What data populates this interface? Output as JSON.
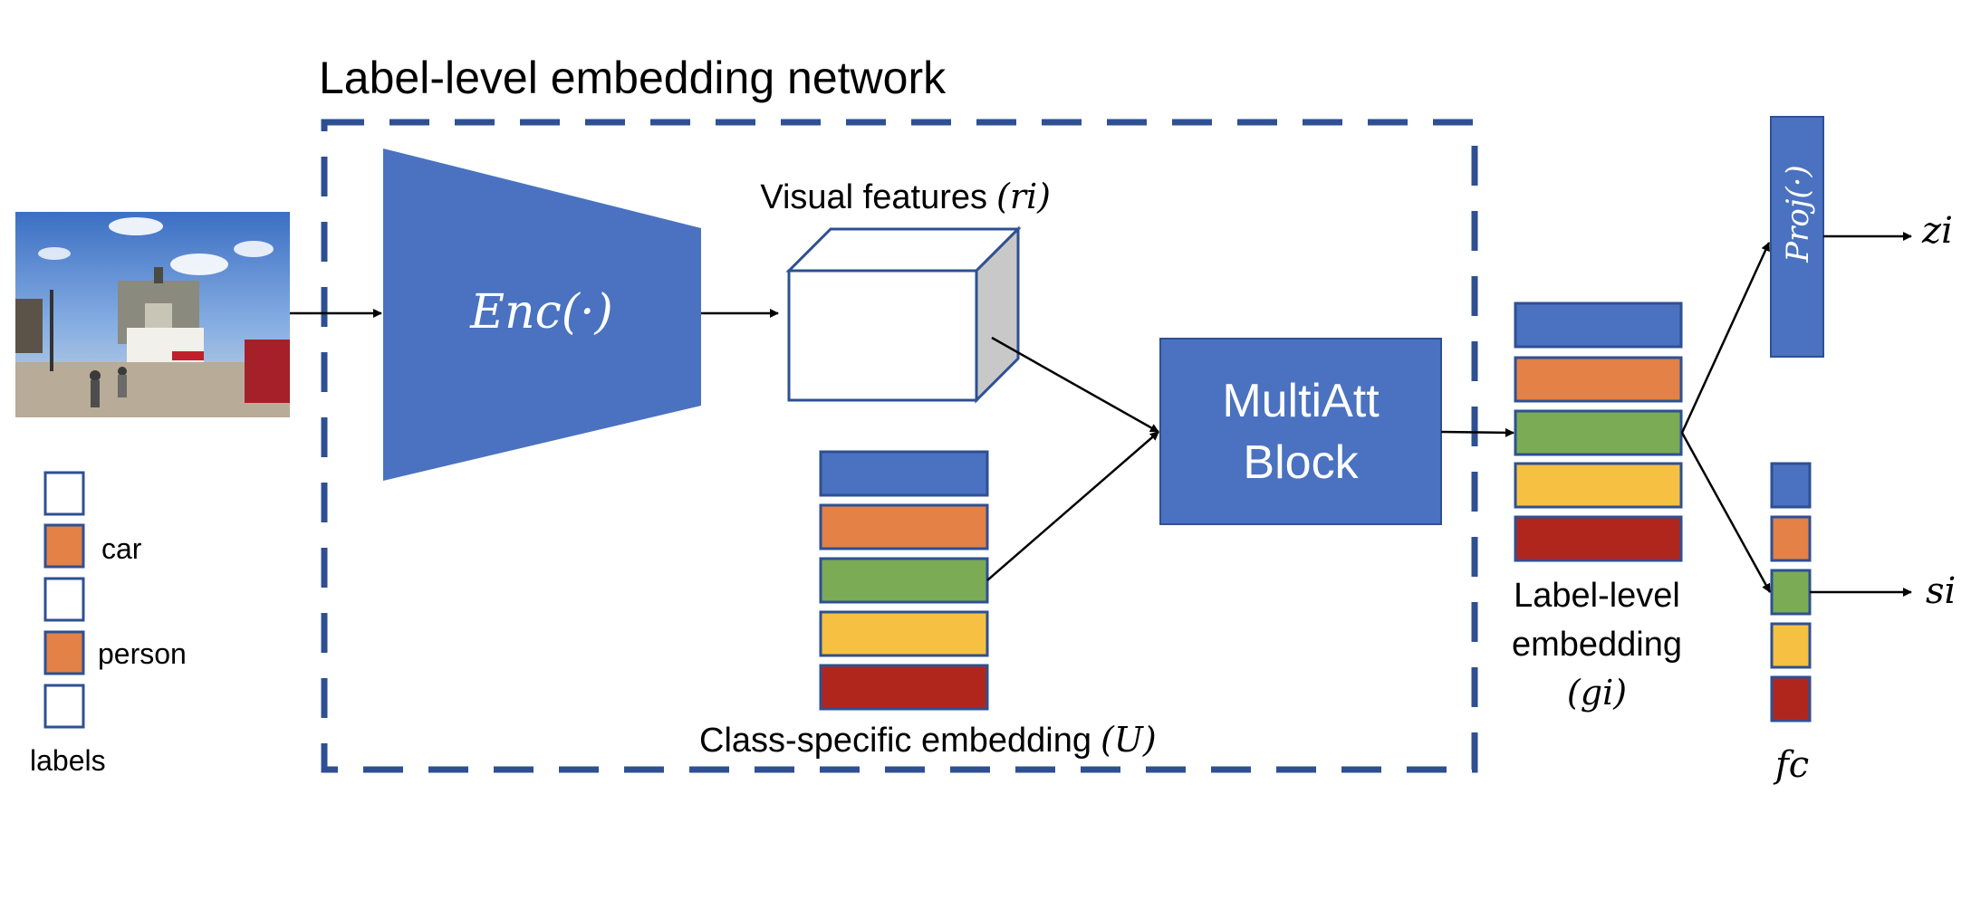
{
  "title": "Label-level embedding network",
  "encoder_label": "Enc(·)",
  "visual_features_label": "Visual features",
  "visual_features_symbol": "(ri)",
  "multiatt_line1": "MultiAtt",
  "multiatt_line2": "Block",
  "class_embedding_label": "Class-specific embedding",
  "class_embedding_symbol": "(U)",
  "label_embedding_line1": "Label-level",
  "label_embedding_line2": "embedding",
  "label_embedding_symbol": "(gi)",
  "proj_label": "Proj(·)",
  "z_output": "zi",
  "s_output": "si",
  "fc_label": "fc",
  "labels": {
    "title": "labels",
    "items": [
      "",
      "car",
      "",
      "person",
      ""
    ]
  },
  "colors": {
    "blue": "#4a72c0",
    "orange": "#e38146",
    "green": "#7bab55",
    "yellow": "#f6c142",
    "red": "#b1261c",
    "dashed_border": "#2e5093",
    "box_outline": "#2e5093"
  },
  "embedding_colors": [
    "blue",
    "orange",
    "green",
    "yellow",
    "red"
  ]
}
